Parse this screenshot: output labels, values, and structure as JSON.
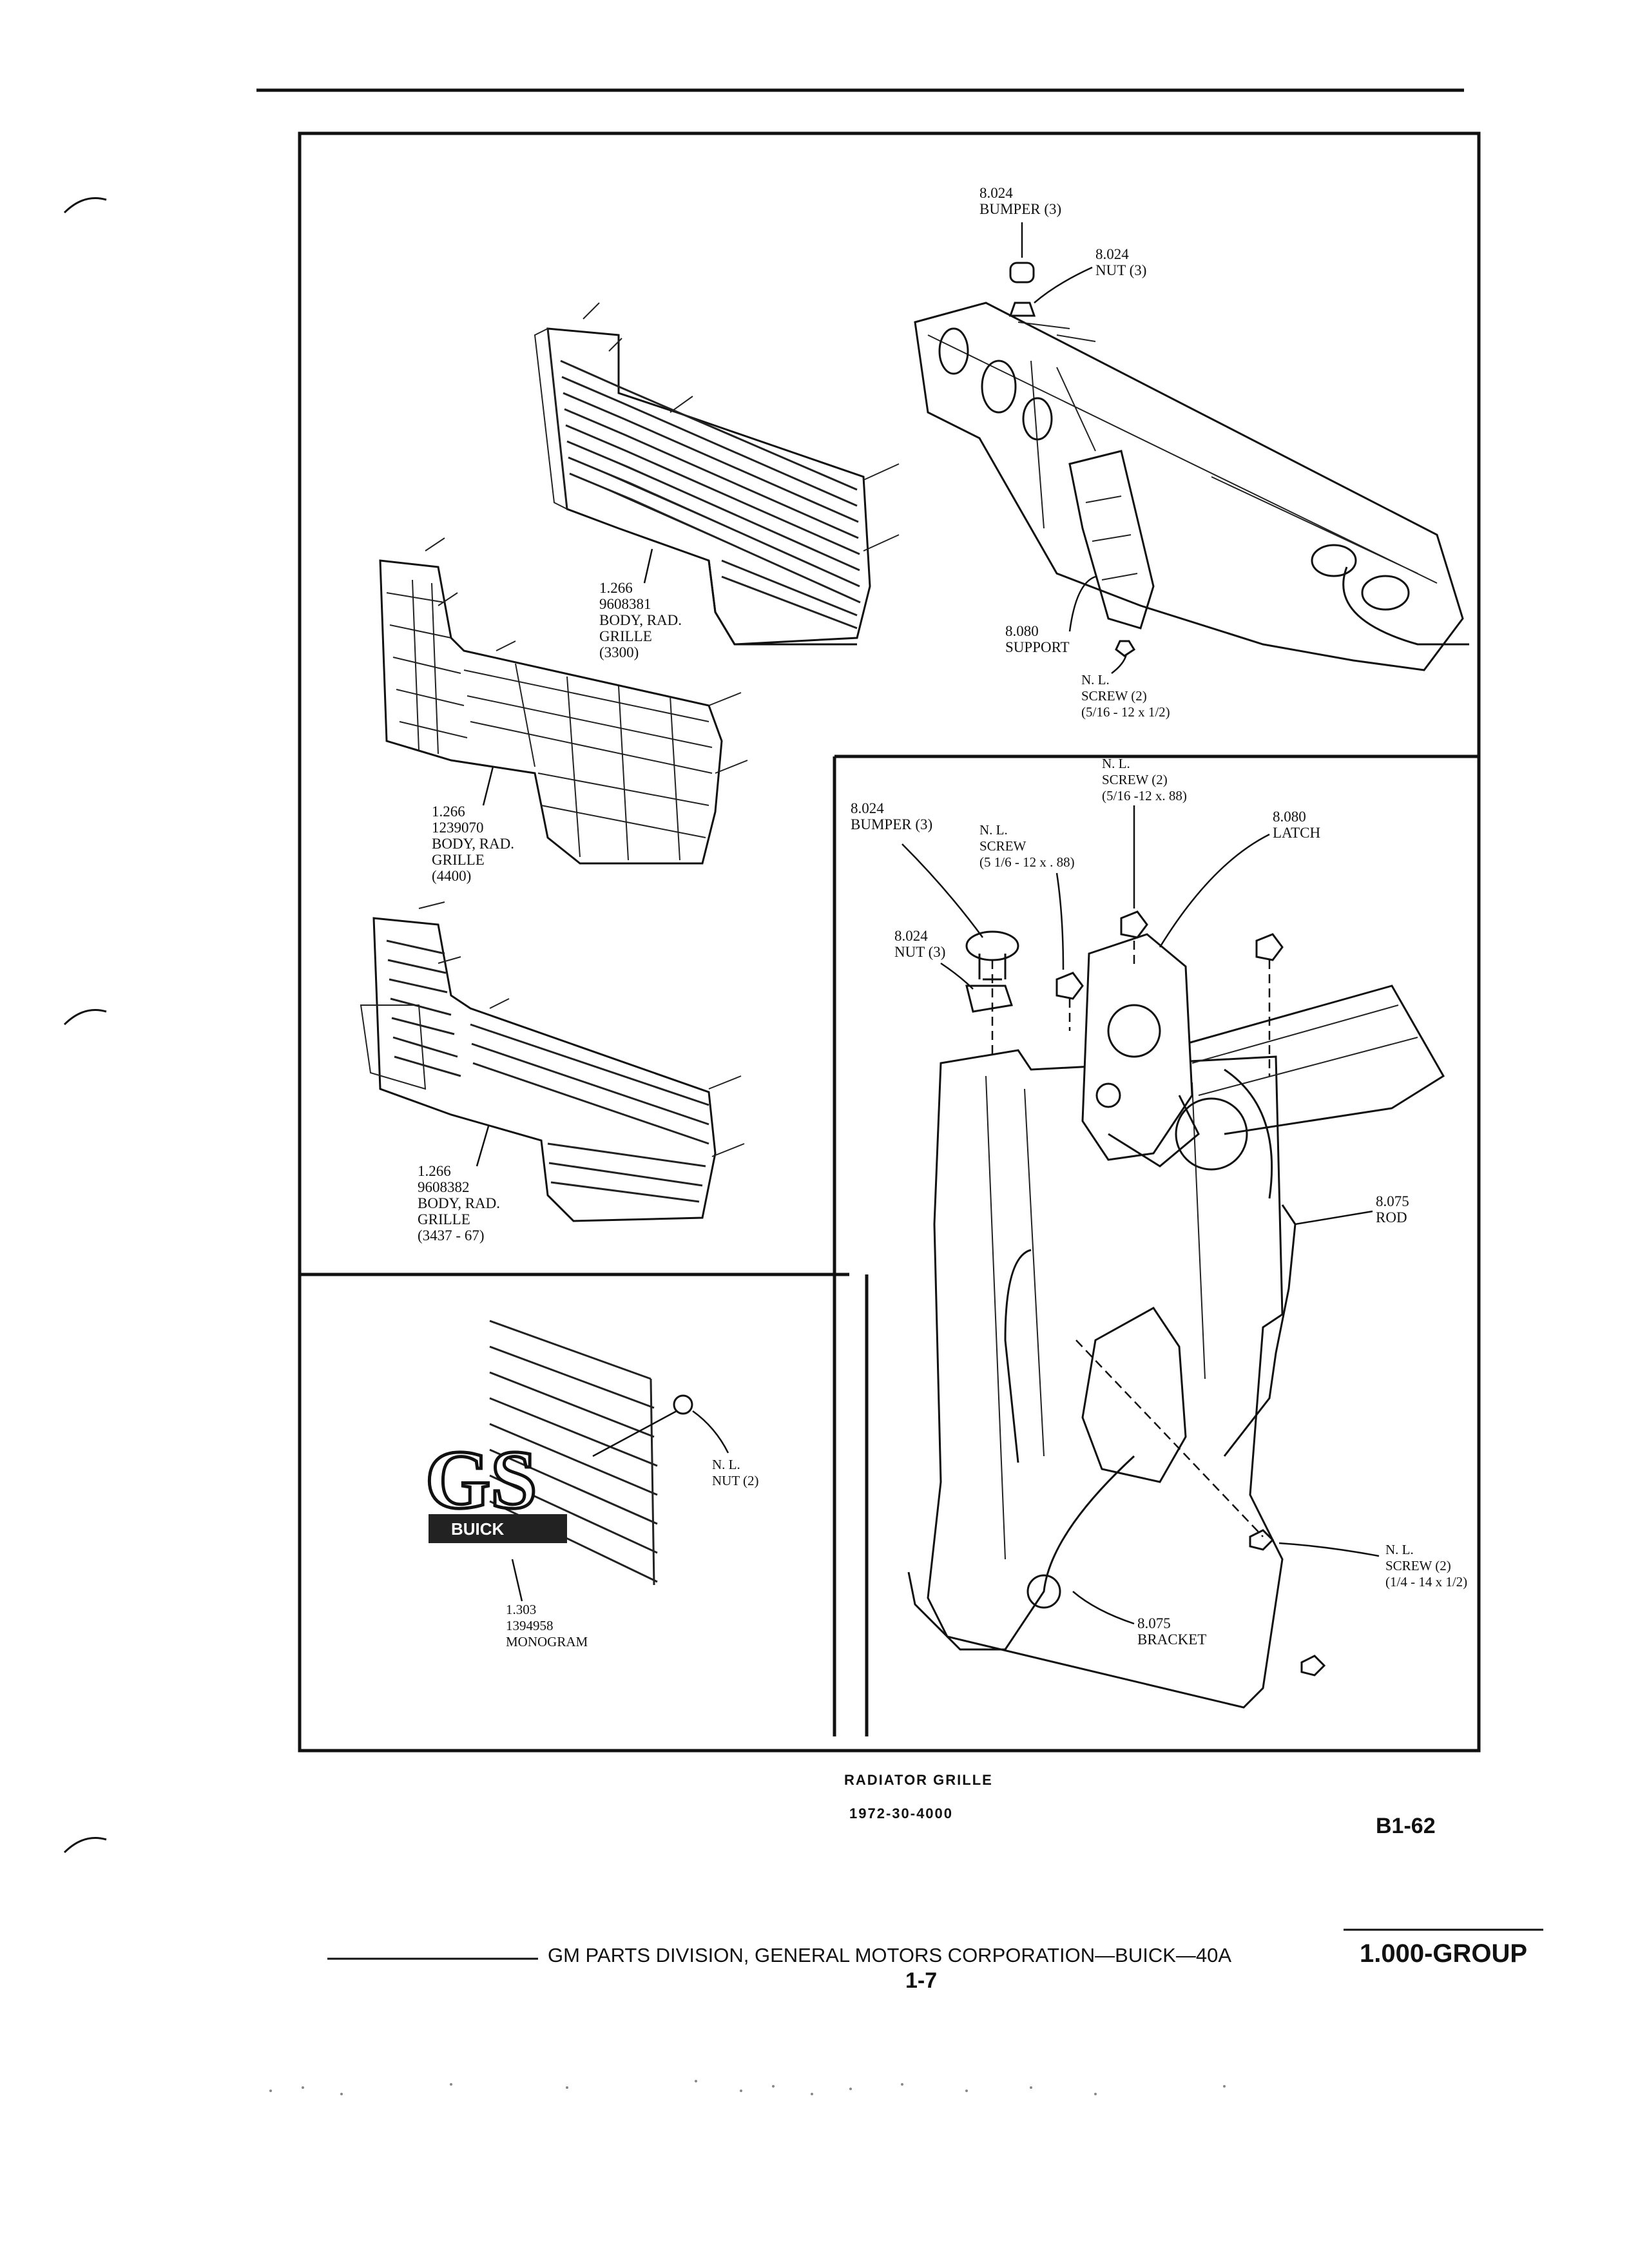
{
  "callouts": {
    "top_bumper": [
      "8.024",
      "BUMPER (3)"
    ],
    "top_nut": [
      "8.024",
      "NUT (3)"
    ],
    "support": [
      "8.080",
      "SUPPORT"
    ],
    "top_screw": [
      "N. L.",
      "SCREW (2)",
      "(5/16 - 12 x 1/2)"
    ],
    "grille_3300": [
      "1.266",
      "9608381",
      "BODY, RAD.",
      "GRILLE",
      "(3300)"
    ],
    "grille_4400": [
      "1.266",
      "1239070",
      "BODY, RAD.",
      "GRILLE",
      "(4400)"
    ],
    "grille_3437": [
      "1.266",
      "9608382",
      "BODY, RAD.",
      "GRILLE",
      "(3437 - 67)"
    ],
    "monogram_nut": [
      "N. L.",
      "NUT (2)"
    ],
    "monogram": [
      "1.303",
      "1394958",
      "MONOGRAM"
    ],
    "latch_screw_top": [
      "N. L.",
      "SCREW (2)",
      "(5/16 -12 x. 88)"
    ],
    "latch": [
      "8.080",
      "LATCH"
    ],
    "latch_bumper": [
      "8.024",
      "BUMPER (3)"
    ],
    "latch_screw_left": [
      "N. L.",
      "SCREW",
      "(5 1/6 - 12 x . 88)"
    ],
    "latch_nut": [
      "8.024",
      "NUT (3)"
    ],
    "rod": [
      "8.075",
      "ROD"
    ],
    "bracket_screw": [
      "N. L.",
      "SCREW (2)",
      "(1/4 - 14 x 1/2)"
    ],
    "bracket": [
      "8.075",
      "BRACKET"
    ]
  },
  "emblem": {
    "letters": "GS",
    "badge_text": "BUICK"
  },
  "caption": {
    "title": "RADIATOR GRILLE",
    "code": "1972-30-4000",
    "page_code": "B1-62"
  },
  "footer": {
    "text": "GM PARTS DIVISION, GENERAL MOTORS CORPORATION—BUICK—40A",
    "page": "1-7",
    "group": "1.000-GROUP"
  }
}
